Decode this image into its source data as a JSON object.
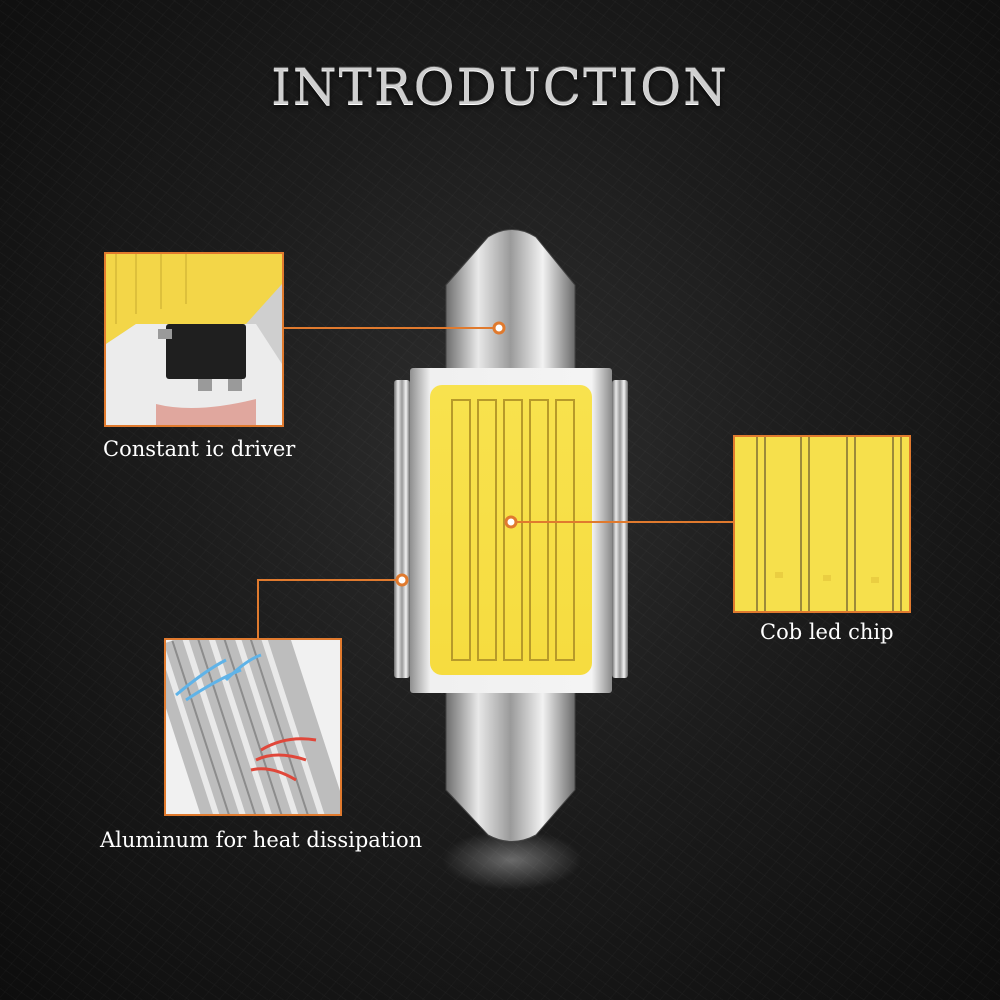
{
  "title": "INTRODUCTION",
  "callouts": {
    "driver": {
      "label": "Constant ic driver"
    },
    "aluminum": {
      "label": "Aluminum for heat dissipation"
    },
    "chip": {
      "label": "Cob led chip"
    }
  },
  "colors": {
    "accent": "#e07a2e",
    "chip_yellow": "#f5e04a",
    "background": "#161616"
  },
  "icons": [
    "festoon-led-bulb",
    "ic-driver-closeup",
    "aluminum-heatsink-closeup",
    "cob-chip-closeup"
  ]
}
